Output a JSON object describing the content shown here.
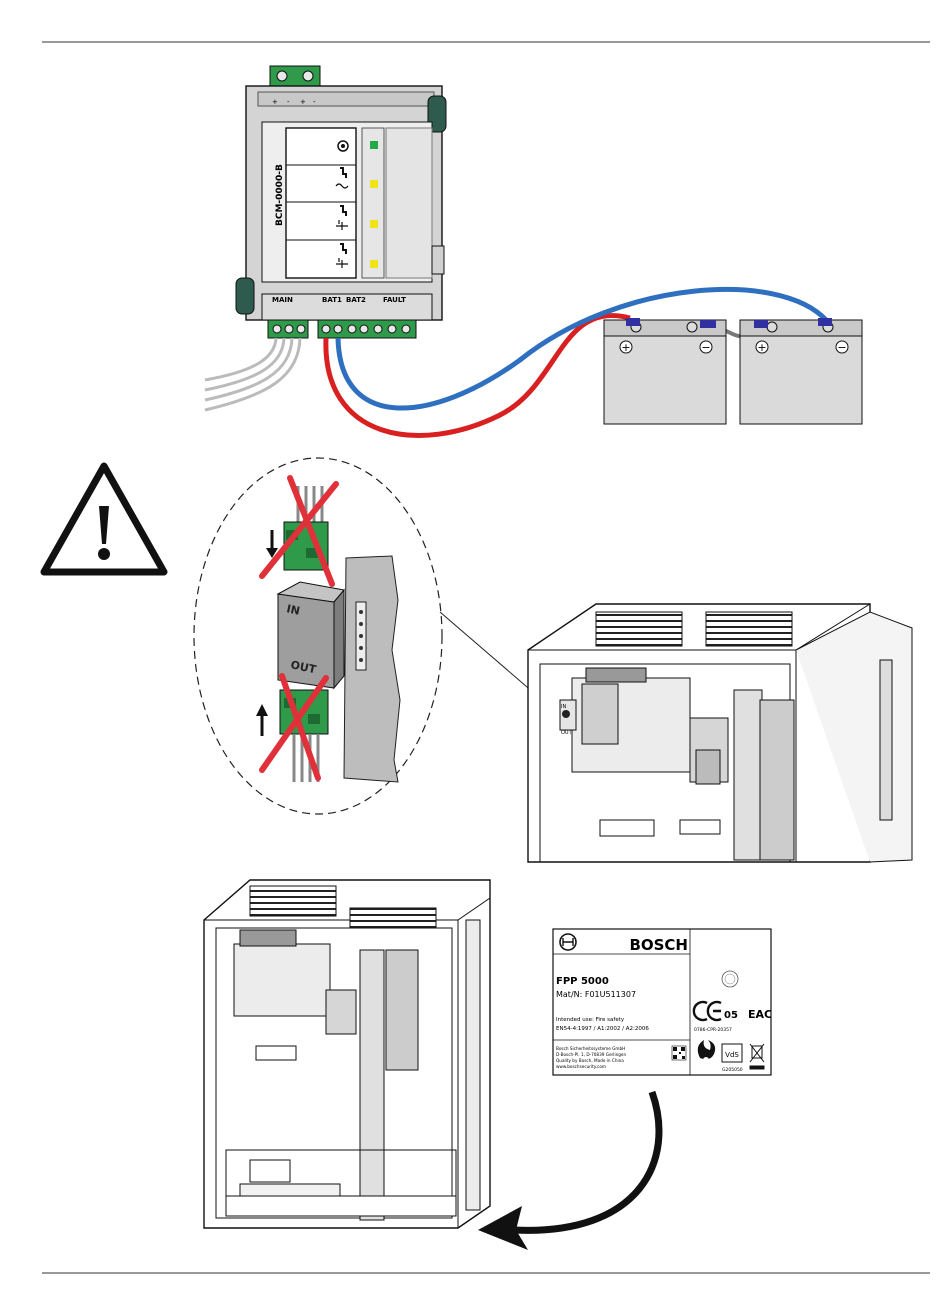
{
  "module": {
    "model_label": "BCM-0000-B",
    "terminal_groups": [
      "MAIN",
      "BAT1",
      "BAT2",
      "FAULT"
    ],
    "top_terminal_signs": [
      "+",
      "-",
      "+",
      "-"
    ]
  },
  "connector": {
    "in_label": "IN",
    "out_label": "OUT"
  },
  "battery_signs": {
    "plus": "+",
    "minus": "−"
  },
  "type_label": {
    "brand": "BOSCH",
    "product": "FPP 5000",
    "mat_no": "Mat/N: F01U511307",
    "intended_use": "Intended use: Fire safety",
    "standards": "EN54-4:1997 / A1:2002 / A2:2006",
    "ce_number": "05",
    "cpr": "0786-CPR-20357",
    "eac": "EAC",
    "vds": "VdS",
    "vds_number": "G205050",
    "maker_1": "Bosch Sicherheitssysteme GmbH",
    "maker_2": "D-Bosch-Pl. 1, D-70839 Gerlingen",
    "maker_3": "Quality by Bosch, Made in China",
    "maker_4": "www.boschsecurity.com"
  },
  "colors": {
    "positive_cable": "#d92020",
    "negative_cable": "#2f6fc0",
    "terminal_green": "#2e9a4a",
    "led_green": "#22aa44",
    "led_yellow": "#f2e21a",
    "x_mark": "#e0303a"
  }
}
